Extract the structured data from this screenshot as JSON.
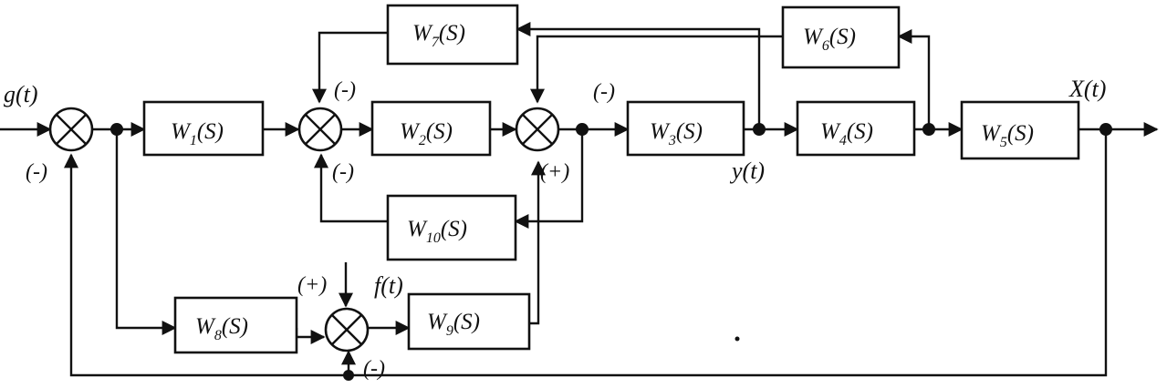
{
  "blocks": {
    "w1": {
      "name": "W",
      "sub": "1",
      "arg": "(S)"
    },
    "w2": {
      "name": "W",
      "sub": "2",
      "arg": "(S)"
    },
    "w3": {
      "name": "W",
      "sub": "3",
      "arg": "(S)"
    },
    "w4": {
      "name": "W",
      "sub": "4",
      "arg": "(S)"
    },
    "w5": {
      "name": "W",
      "sub": "5",
      "arg": "(S)"
    },
    "w6": {
      "name": "W",
      "sub": "6",
      "arg": "(S)"
    },
    "w7": {
      "name": "W",
      "sub": "7",
      "arg": "(S)"
    },
    "w8": {
      "name": "W",
      "sub": "8",
      "arg": "(S)"
    },
    "w9": {
      "name": "W",
      "sub": "9",
      "arg": "(S)"
    },
    "w10": {
      "name": "W",
      "sub": "10",
      "arg": "(S)"
    }
  },
  "signals": {
    "input": "g(t)",
    "output": "X(t)",
    "intermediate": "y(t)",
    "disturbance": "f(t)"
  },
  "signs": {
    "sj1_bottom": "(-)",
    "sj2_top": "(-)",
    "sj2_bottom": "(-)",
    "sj3_top": "(-)",
    "sj3_bottom": "(+)",
    "sj4_top": "(+)",
    "sj4_bottom": "(-)"
  }
}
